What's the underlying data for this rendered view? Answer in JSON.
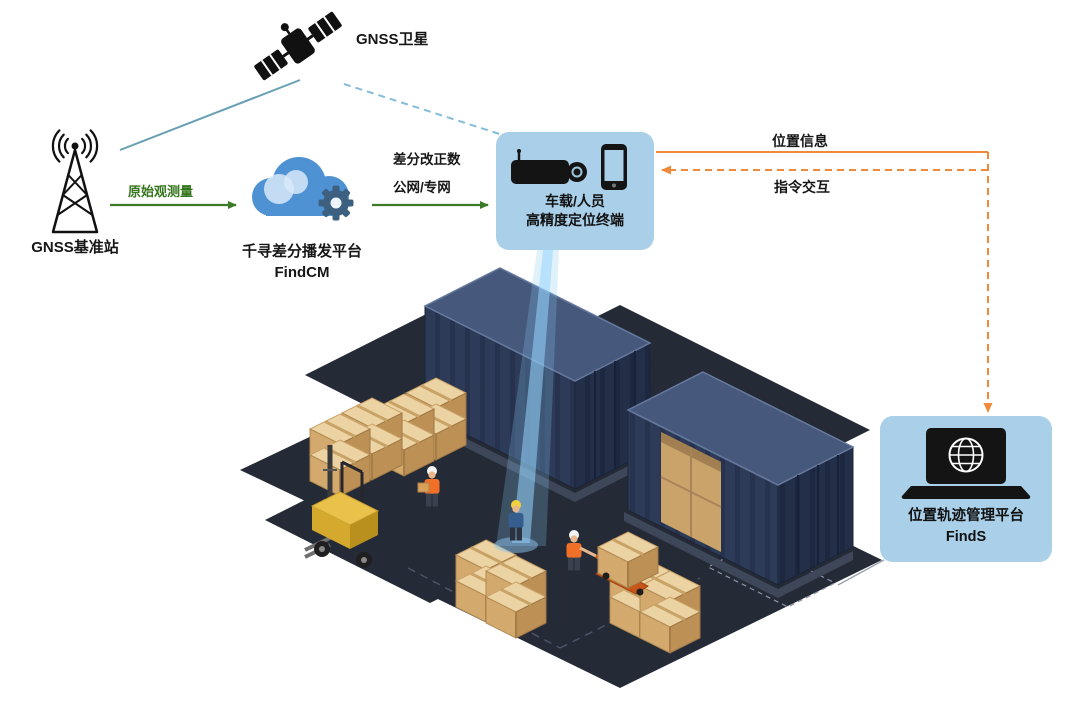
{
  "nodes": {
    "satellite": {
      "label": "GNSS卫星",
      "icon": "satellite-icon"
    },
    "base_station": {
      "label": "GNSS基准站",
      "icon": "radio-tower-icon"
    },
    "cloud": {
      "name": "千寻差分播发平台",
      "product": "FindCM",
      "icon": "cloud-gear-icon"
    },
    "terminal": {
      "line1": "车载/人员",
      "line2": "高精度定位终端",
      "icons": [
        "vehicle-terminal-icon",
        "smartphone-icon"
      ]
    },
    "platform": {
      "name": "位置轨迹管理平台",
      "product": "FindS",
      "icon": "laptop-globe-icon"
    }
  },
  "links": {
    "raw_observation": {
      "label": "原始观测量"
    },
    "diff_correction": {
      "label_line1": "差分改正数",
      "label_line2": "公网/专网"
    },
    "position_info": {
      "label": "位置信息"
    },
    "command": {
      "label": "指令交互"
    }
  },
  "colors": {
    "card_bg": "#a9d0e8",
    "green_arrow": "#3c7a28",
    "orange_arrow": "#ef8a3a",
    "satellite_link": "#68a0b5",
    "terminal_link_dashed": "#85bcdc",
    "beam": "#7fb8e8",
    "floor": "#242a36",
    "container_side": "#2d3a58"
  },
  "scene": {
    "label": "isometric container yard with forklift, pallet boxes and workers"
  }
}
